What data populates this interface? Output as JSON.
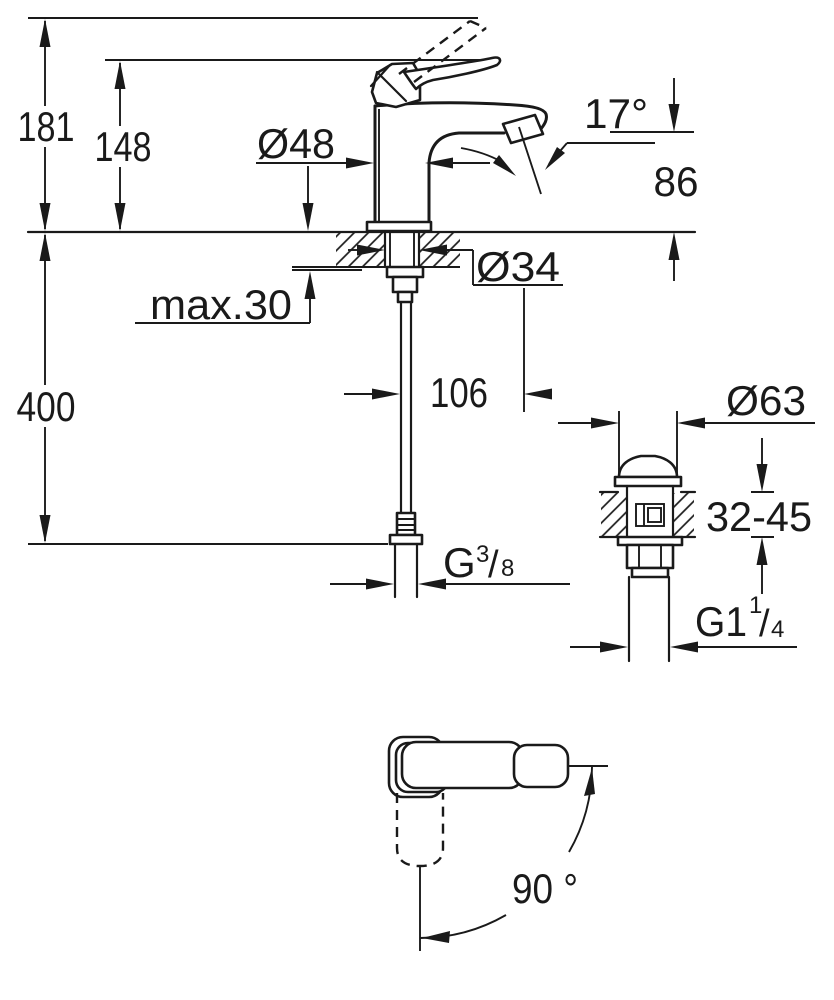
{
  "drawing": {
    "labels": {
      "overall_height": "181",
      "height_to_handle": "148",
      "body_diameter": "Ø48",
      "spout_angle": "17°",
      "outlet_height": "86",
      "shank_diameter": "Ø34",
      "max_deck_thickness": "max.30",
      "spout_projection": "106",
      "hose_length": "400",
      "waste_flange_diameter": "Ø63",
      "waste_deck_range": "32-45",
      "handle_swivel_angle": "90 °",
      "supply_thread": {
        "prefix": "G",
        "numerator": "3",
        "slash": "/",
        "denominator": "8"
      },
      "waste_thread": {
        "prefix": "G1",
        "numerator": "1",
        "slash": "/",
        "denominator": "4"
      }
    },
    "colors": {
      "ink": "#1a1a1a",
      "background": "#ffffff"
    }
  }
}
